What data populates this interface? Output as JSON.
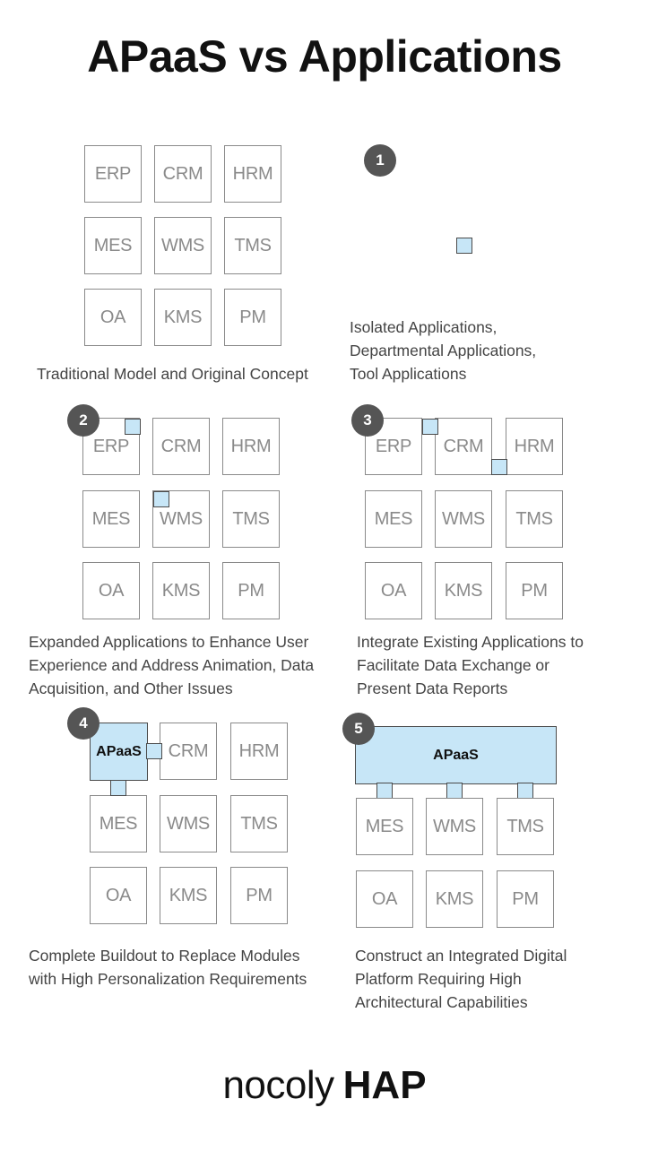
{
  "title": "APaaS vs Applications",
  "apps": [
    "ERP",
    "CRM",
    "HRM",
    "MES",
    "WMS",
    "TMS",
    "OA",
    "KMS",
    "PM"
  ],
  "panels": [
    {
      "caption": "Traditional Model and Original Concept"
    },
    {
      "badge": "1",
      "caption_lines": [
        "Isolated Applications,",
        "Departmental Applications,",
        "Tool Applications"
      ]
    },
    {
      "badge": "2",
      "caption_lines": [
        "Expanded Applications to Enhance User",
        "Experience and Address Animation, Data",
        "Acquisition, and Other Issues"
      ]
    },
    {
      "badge": "3",
      "caption_lines": [
        "Integrate Existing Applications to",
        "Facilitate Data Exchange or",
        "Present Data Reports"
      ]
    },
    {
      "badge": "4",
      "apaas_label": "APaaS",
      "caption_lines": [
        "Complete Buildout to Replace Modules",
        "with High Personalization Requirements"
      ]
    },
    {
      "badge": "5",
      "apaas_label": "APaaS",
      "caption_lines": [
        "Construct an Integrated Digital",
        "Platform Requiring High",
        "Architectural Capabilities"
      ]
    }
  ],
  "logo": {
    "part1": "nocoly",
    "part2": "HAP"
  },
  "colors": {
    "connector_fill": "#c7e6f7",
    "box_border": "#8a8a8a",
    "badge": "#555555"
  }
}
